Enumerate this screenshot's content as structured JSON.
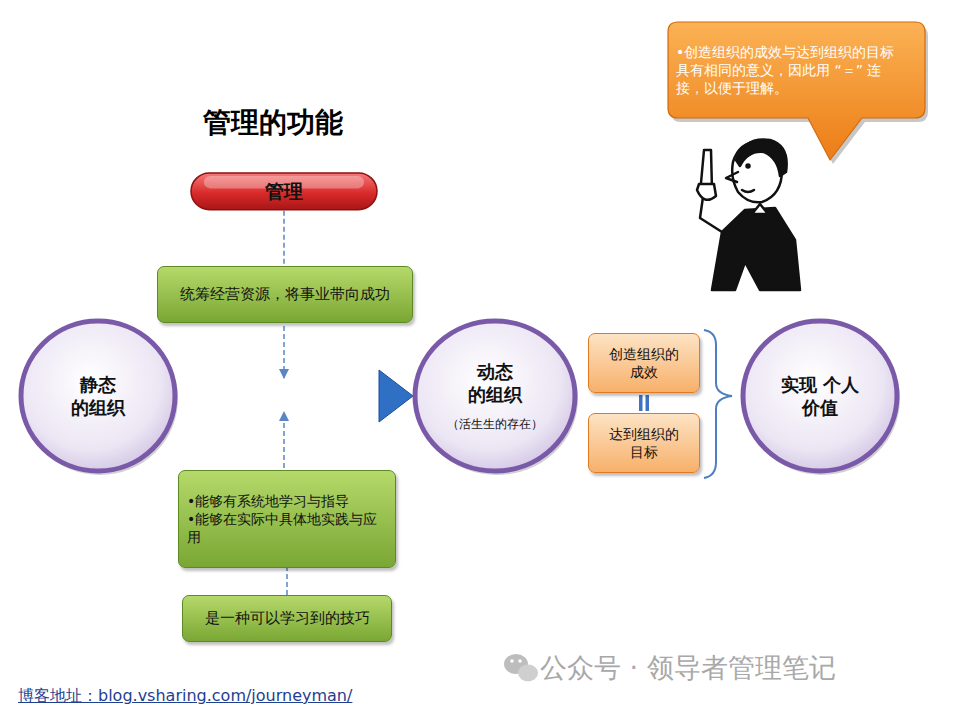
{
  "diagram": {
    "title": "管理的功能",
    "nodes": [
      {
        "text": [
          "管理"
        ]
      },
      {
        "text": [
          "统筹经营资源，将事业带向成功"
        ]
      },
      {
        "text": [
          "静态 的组织"
        ]
      },
      {
        "text": [
          "动态 的组织",
          "（活生生的存在）"
        ]
      },
      {
        "text": [
          "创造组织的 成效"
        ]
      },
      {
        "text": [
          "达到组织的 目标"
        ]
      },
      {
        "text": [
          "实现 个人价值"
        ]
      },
      {
        "text": [
          "•能够有系统地学习与指导",
          "•能够在实际中具体地实践与应用"
        ]
      },
      {
        "text": [
          "是一种可以学习到的技巧"
        ]
      },
      {
        "text": [
          "•创造组织的成效与达到组织的目标具有相同的意义，因此用 “＝” 连接，以便于理解。"
        ]
      }
    ],
    "edges": [
      {
        "from": 0,
        "to": 1,
        "arrow": "none"
      },
      {
        "from": 2,
        "to": 3,
        "arrow": "to"
      },
      {
        "from": 4,
        "to": 5,
        "arrow": "none"
      },
      {
        "from": 8,
        "to": 7,
        "arrow": "none"
      }
    ],
    "labels": [
      "博客地址：blog.vsharing.com/journeyman/",
      "公众号 · 领导者管理笔记"
    ]
  }
}
